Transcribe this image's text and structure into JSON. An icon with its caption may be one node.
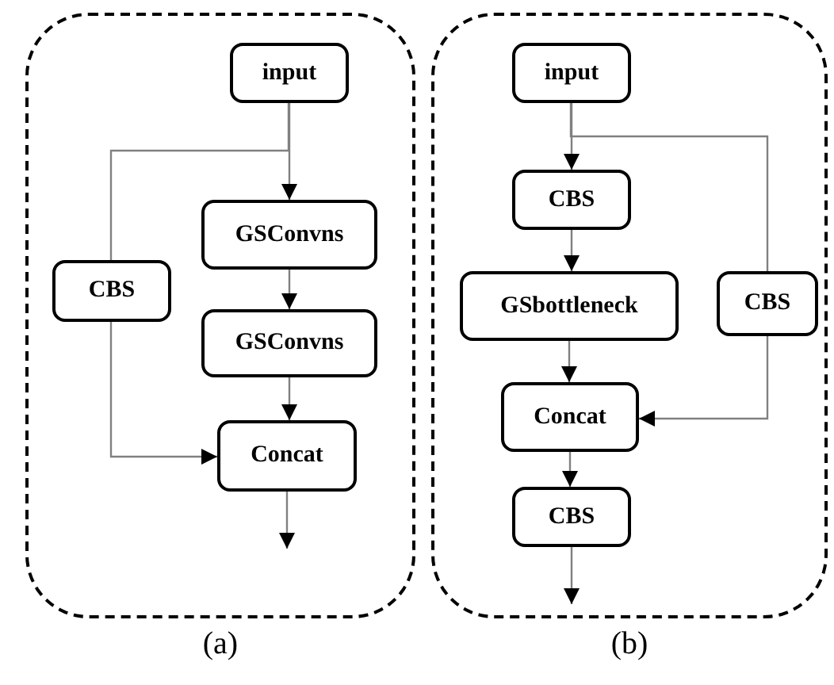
{
  "diagram": {
    "nodes": [
      {
        "text": [
          "(a)"
        ]
      },
      {
        "text": [
          "input"
        ],
        "in": 0
      },
      {
        "text": [
          "GSConvns"
        ],
        "in": 0
      },
      {
        "text": [
          "GSConvns"
        ],
        "in": 0
      },
      {
        "text": [
          "CBS"
        ],
        "in": 0
      },
      {
        "text": [
          "Concat"
        ],
        "in": 0
      },
      {
        "text": [
          "(b)"
        ]
      },
      {
        "text": [
          "input"
        ],
        "in": 6
      },
      {
        "text": [
          "CBS"
        ],
        "in": 6
      },
      {
        "text": [
          "GSbottleneck"
        ],
        "in": 6
      },
      {
        "text": [
          "CBS"
        ],
        "in": 6
      },
      {
        "text": [
          "Concat"
        ],
        "in": 6
      },
      {
        "text": [
          "CBS"
        ],
        "in": 6
      }
    ],
    "edges": [
      {
        "from": 1,
        "to": 2,
        "arrow": "to"
      },
      {
        "from": 1,
        "to": 4,
        "arrow": "none"
      },
      {
        "from": 2,
        "to": 3,
        "arrow": "to"
      },
      {
        "from": 3,
        "to": 5,
        "arrow": "to"
      },
      {
        "from": 4,
        "to": 5,
        "arrow": "to"
      },
      {
        "from": 5,
        "to": null,
        "arrow": "to"
      },
      {
        "from": 7,
        "to": 8,
        "arrow": "to"
      },
      {
        "from": 7,
        "to": 10,
        "arrow": "none"
      },
      {
        "from": 8,
        "to": 9,
        "arrow": "to"
      },
      {
        "from": 9,
        "to": 11,
        "arrow": "to"
      },
      {
        "from": 10,
        "to": 11,
        "arrow": "to"
      },
      {
        "from": 11,
        "to": 12,
        "arrow": "to"
      },
      {
        "from": 12,
        "to": null,
        "arrow": "to"
      }
    ]
  }
}
